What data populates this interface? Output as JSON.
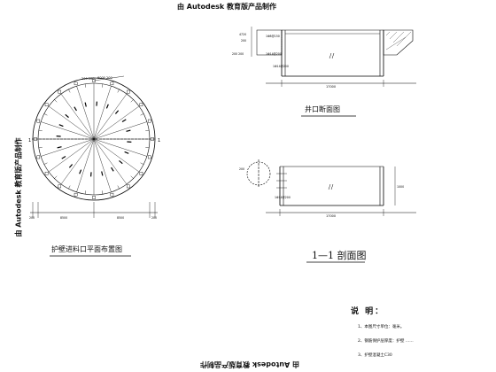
{
  "watermark": {
    "text": "由 Autodesk 教育版产品制作"
  },
  "plan_view": {
    "title": "护壁进料口平面布置图",
    "dim_bottom": [
      "200",
      "8500",
      "8500",
      "200"
    ],
    "dim_top": "200 200",
    "dim_top_right": "6000 200",
    "section_mark": "1"
  },
  "well_section": {
    "title": "井口断面图",
    "dim_bottom": "17000",
    "rebar_labels": [
      "1Φ8@150",
      "1Φ14@200",
      "1Φ14@200"
    ],
    "dims_left": [
      "4720",
      "200",
      "200 200"
    ]
  },
  "section_11": {
    "title": "1—1 剖面图",
    "dim_bottom": "17000",
    "dim_side": "1000",
    "dims_left": [
      "200"
    ],
    "rebar_labels": [
      "1Φ14@200"
    ]
  },
  "notes": {
    "heading": "说  明：",
    "items": [
      "1、本图尺寸单位：毫米。",
      "2、钢筋保护层厚度：护壁 ……",
      "3、护壁混凝土C30"
    ]
  }
}
